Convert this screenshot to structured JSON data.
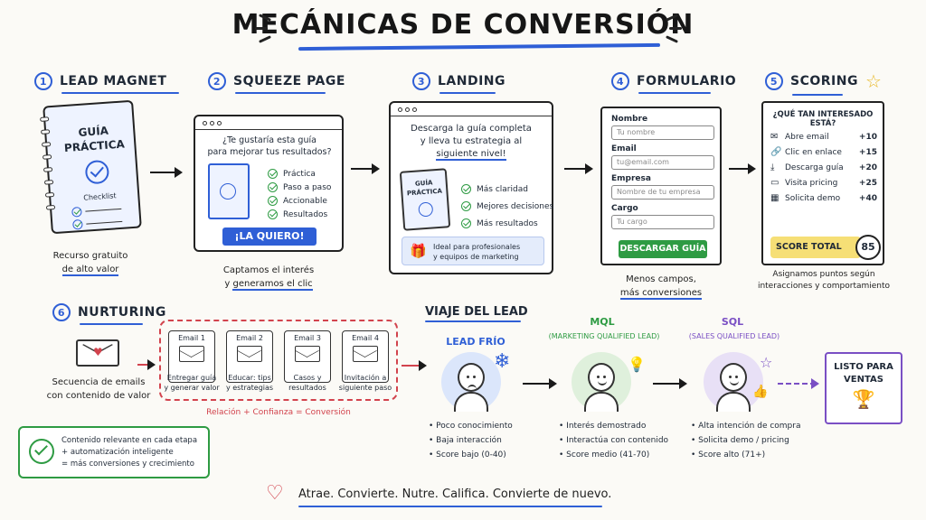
{
  "title": "MECÁNICAS DE CONVERSIÓN",
  "steps": [
    {
      "num": "1",
      "label": "LEAD MAGNET"
    },
    {
      "num": "2",
      "label": "SQUEEZE PAGE"
    },
    {
      "num": "3",
      "label": "LANDING"
    },
    {
      "num": "4",
      "label": "FORMULARIO"
    },
    {
      "num": "5",
      "label": "SCORING"
    },
    {
      "num": "6",
      "label": "NURTURING"
    }
  ],
  "lead_magnet": {
    "book_title_1": "GUÍA",
    "book_title_2": "PRÁCTICA",
    "checklist": "Checklist",
    "caption_1": "Recurso gratuito",
    "caption_2": "de alto valor"
  },
  "squeeze": {
    "question_1": "¿Te gustaría esta guía",
    "question_2": "para mejorar tus resultados?",
    "items": [
      "Práctica",
      "Paso a paso",
      "Accionable",
      "Resultados"
    ],
    "button": "¡LA QUIERO!",
    "caption_1": "Captamos el interés",
    "caption_2_a": "y ",
    "caption_2_b": "generamos el clic"
  },
  "landing": {
    "headline_1": "Descarga la guía completa",
    "headline_2": "y lleva tu estrategia al",
    "headline_3": "siguiente nivel!",
    "book_1": "GUÍA",
    "book_2": "PRÁCTICA",
    "items": [
      "Más claridad",
      "Mejores decisiones",
      "Más resultados"
    ],
    "note_1": "Ideal para profesionales",
    "note_2": "y equipos de marketing"
  },
  "form": {
    "fields": [
      {
        "label": "Nombre",
        "placeholder": "Tu nombre"
      },
      {
        "label": "Email",
        "placeholder": "tu@email.com"
      },
      {
        "label": "Empresa",
        "placeholder": "Nombre de tu empresa"
      },
      {
        "label": "Cargo",
        "placeholder": "Tu cargo"
      }
    ],
    "button": "DESCARGAR GUÍA",
    "caption_1": "Menos campos,",
    "caption_2": "más conversiones"
  },
  "scoring": {
    "question": "¿QUÉ TAN INTERESADO ESTÁ?",
    "rows": [
      {
        "icon": "✉",
        "name": "Abre email",
        "points": "+10"
      },
      {
        "icon": "🔗",
        "name": "Clic en enlace",
        "points": "+15"
      },
      {
        "icon": "⤓",
        "name": "Descarga guía",
        "points": "+20"
      },
      {
        "icon": "▭",
        "name": "Visita pricing",
        "points": "+25"
      },
      {
        "icon": "▦",
        "name": "Solicita demo",
        "points": "+40"
      }
    ],
    "total_label": "SCORE TOTAL",
    "total_value": "85",
    "caption_1": "Asignamos puntos según",
    "caption_2": "interacciones y comportamiento"
  },
  "nurturing": {
    "caption_1": "Secuencia de emails",
    "caption_2": "con contenido de valor",
    "emails": [
      {
        "label": "Email 1",
        "desc_1": "Entregar guía",
        "desc_2": "y generar valor"
      },
      {
        "label": "Email 2",
        "desc_1": "Educar: tips",
        "desc_2": "y estrategias"
      },
      {
        "label": "Email 3",
        "desc_1": "Casos y",
        "desc_2": "resultados"
      },
      {
        "label": "Email 4",
        "desc_1": "Invitación a",
        "desc_2": "siguiente paso"
      }
    ],
    "formula": "Relación + Confianza = Conversión"
  },
  "summary": {
    "line_1": "Contenido relevante en cada etapa",
    "line_2": "+ automatización inteligente",
    "line_3": "= más conversiones y crecimiento"
  },
  "journey": {
    "title": "VIAJE DEL LEAD",
    "stages": [
      {
        "name": "LEAD FRÍO",
        "sub": "",
        "points": [
          "Poco conocimiento",
          "Baja interacción",
          "Score bajo (0-40)"
        ]
      },
      {
        "name": "MQL",
        "sub": "(MARKETING QUALIFIED LEAD)",
        "points": [
          "Interés demostrado",
          "Interactúa con contenido",
          "Score medio (41-70)"
        ]
      },
      {
        "name": "SQL",
        "sub": "(SALES QUALIFIED LEAD)",
        "points": [
          "Alta intención de compra",
          "Solicita demo / pricing",
          "Score alto (71+)"
        ]
      }
    ],
    "final_1": "LISTO PARA",
    "final_2": "VENTAS"
  },
  "tagline": "Atrae. Convierte. Nutre. Califica. Convierte de nuevo.",
  "colors": {
    "blue": "#2f5fd6",
    "green": "#2e9b43",
    "red": "#d2434d",
    "purple": "#7a4fc4",
    "yellow": "#f6df76"
  }
}
